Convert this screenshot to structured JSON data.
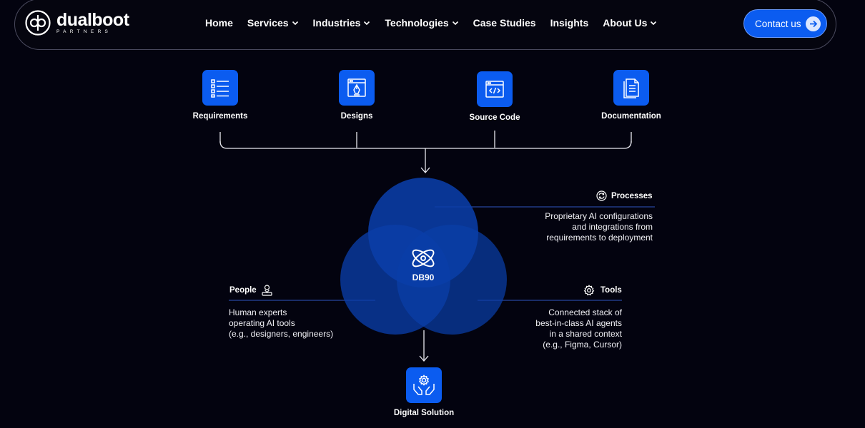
{
  "brand": {
    "word": "dualboot",
    "sub": "PARTNERS"
  },
  "nav": {
    "items": [
      {
        "label": "Home",
        "dropdown": false
      },
      {
        "label": "Services",
        "dropdown": true
      },
      {
        "label": "Industries",
        "dropdown": true
      },
      {
        "label": "Technologies",
        "dropdown": true
      },
      {
        "label": "Case Studies",
        "dropdown": false
      },
      {
        "label": "Insights",
        "dropdown": false
      },
      {
        "label": "About Us",
        "dropdown": true
      }
    ],
    "contact_label": "Contact us"
  },
  "inputs": [
    {
      "label": "Requirements",
      "icon": "list-checklist-icon"
    },
    {
      "label": "Designs",
      "icon": "design-pen-icon"
    },
    {
      "label": "Source Code",
      "icon": "code-window-icon"
    },
    {
      "label": "Documentation",
      "icon": "document-icon"
    }
  ],
  "core": {
    "label": "DB90",
    "icon": "atom-icon"
  },
  "processes": {
    "title": "Processes",
    "icon": "refresh-cycle-icon",
    "desc": [
      "Proprietary AI configurations",
      "and integrations from",
      "requirements to deployment"
    ]
  },
  "people": {
    "title": "People",
    "icon": "person-hand-icon",
    "desc": [
      "Human experts",
      "operating AI tools",
      "(e.g., designers, engineers)"
    ]
  },
  "tools": {
    "title": "Tools",
    "icon": "gear-icon",
    "desc": [
      "Connected stack of",
      "best-in-class AI agents",
      "in a shared context",
      "(e.g., Figma, Cursor)"
    ]
  },
  "output": {
    "label": "Digital Solution",
    "icon": "hands-gear-icon"
  },
  "colors": {
    "accent": "#0b5cf0",
    "background": "#03030f",
    "circle_fill": "#0a3ea8"
  }
}
